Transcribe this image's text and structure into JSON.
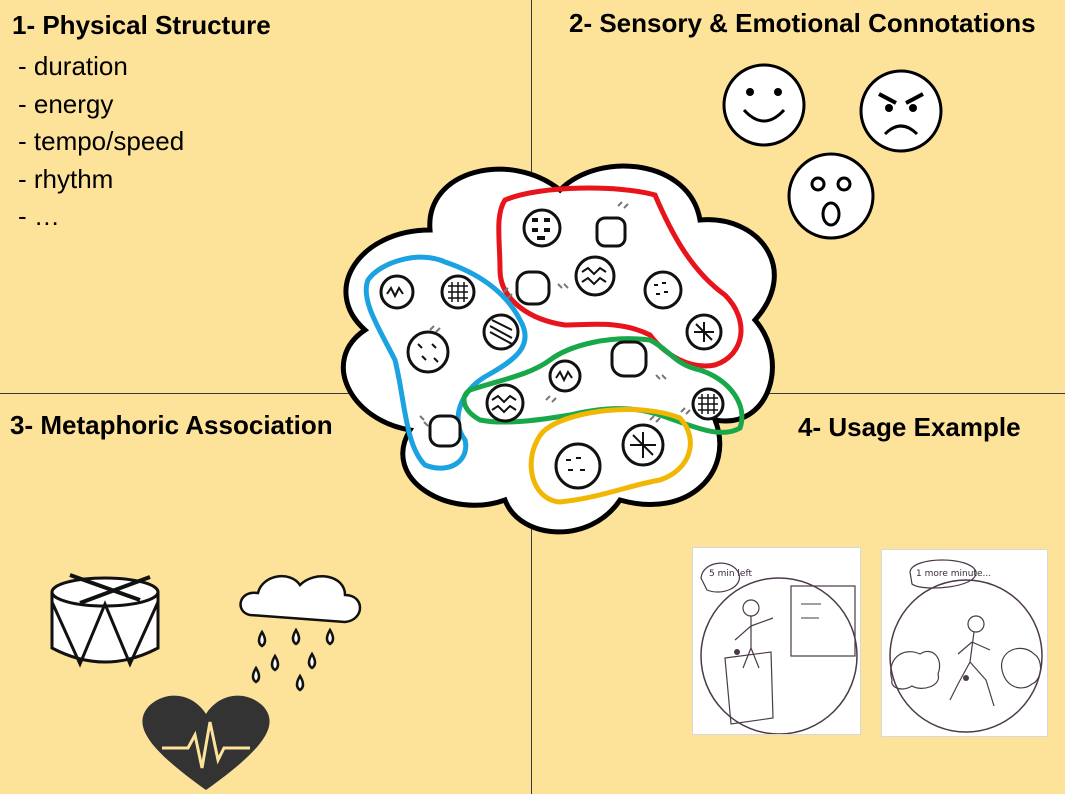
{
  "quadrants": {
    "q1": {
      "title": "1- Physical Structure",
      "items": [
        "- duration",
        "- energy",
        "- tempo/speed",
        "- rhythm",
        "- …"
      ]
    },
    "q2": {
      "title": "2- Sensory & Emotional Connotations"
    },
    "q3": {
      "title": "3- Metaphoric Association"
    },
    "q4": {
      "title": "4- Usage Example"
    }
  },
  "sketches": {
    "left_bubble": "5 min left",
    "right_bubble": "1 more minute..."
  },
  "colors": {
    "background": "#fde29a",
    "cluster_red": "#e8141c",
    "cluster_blue": "#1aa3e0",
    "cluster_green": "#18a84a",
    "cluster_yellow": "#f2b705",
    "heart": "#333333"
  },
  "icons": {
    "emotions": [
      "happy-face-icon",
      "angry-face-icon",
      "surprised-face-icon"
    ],
    "metaphors": [
      "drum-icon",
      "rain-cloud-icon",
      "heartbeat-icon"
    ]
  }
}
